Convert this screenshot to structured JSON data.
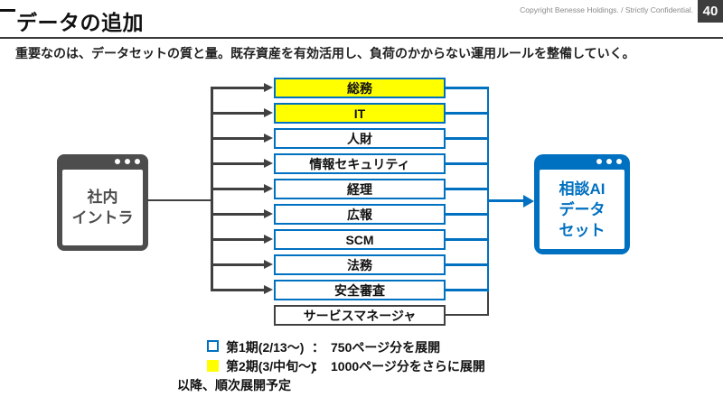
{
  "header": {
    "title": "データの追加",
    "copyright": "Copyright  Benesse Holdings. / Strictly Confidential.",
    "page_number": "40"
  },
  "subtitle": "重要なのは、データセットの質と量。既存資産を有効活用し、負荷のかからない運用ルールを整備していく。",
  "diagram": {
    "source": {
      "label_line1": "社内",
      "label_line2": "イントラ"
    },
    "departments": [
      {
        "label": "総務",
        "phase": "phase2"
      },
      {
        "label": "IT",
        "phase": "phase2"
      },
      {
        "label": "人財",
        "phase": "phase1"
      },
      {
        "label": "情報セキュリティ",
        "phase": "phase1"
      },
      {
        "label": "経理",
        "phase": "phase1"
      },
      {
        "label": "広報",
        "phase": "phase1"
      },
      {
        "label": "SCM",
        "phase": "phase1"
      },
      {
        "label": "法務",
        "phase": "phase1"
      },
      {
        "label": "安全審査",
        "phase": "phase1"
      },
      {
        "label": "サービスマネージャ",
        "phase": "future"
      }
    ],
    "target": {
      "label_line1": "相談AI",
      "label_line2": "データ",
      "label_line3": "セット"
    }
  },
  "legend": {
    "items": [
      {
        "phase": "phase1",
        "period": "第1期(2/13～)",
        "colon": "：",
        "description": "750ページ分を展開"
      },
      {
        "phase": "phase2",
        "period": "第2期(3/中旬～)",
        "colon": "：",
        "description": "1000ページ分をさらに展開"
      }
    ],
    "note": "以降、順次展開予定"
  },
  "colors": {
    "accent_blue": "#0070C0",
    "highlight_yellow": "#FFFF00",
    "line_dark": "#404040",
    "icon_gray": "#4d4d4d"
  }
}
